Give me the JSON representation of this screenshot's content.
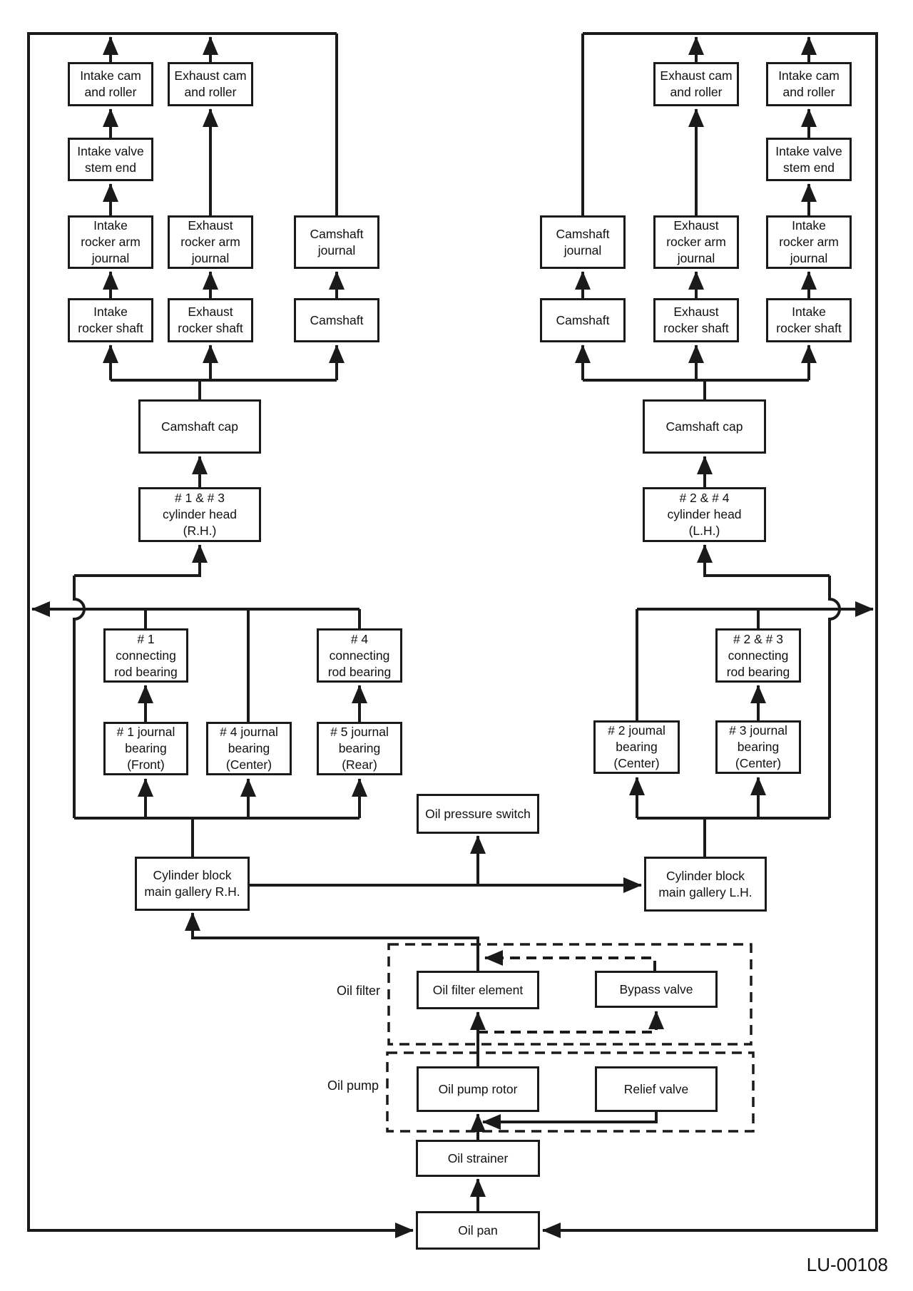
{
  "figure": {
    "code": "LU-00108"
  },
  "labels": {
    "oil_filter_group": "Oil filter",
    "oil_pump_group": "Oil pump"
  },
  "nodes": {
    "l_intake_cam_roller": "Intake cam\nand roller",
    "l_exhaust_cam_roller": "Exhaust cam\nand roller",
    "l_intake_valve_stem_end": "Intake valve\nstem end",
    "l_intake_rocker_arm_journal": "Intake\nrocker arm\njournal",
    "l_exhaust_rocker_arm_journal": "Exhaust\nrocker arm\njournal",
    "l_camshaft_journal": "Camshaft\njournal",
    "l_intake_rocker_shaft": "Intake\nrocker shaft",
    "l_exhaust_rocker_shaft": "Exhaust\nrocker shaft",
    "l_camshaft": "Camshaft",
    "l_camshaft_cap": "Camshaft cap",
    "l_cylinder_head": "# 1 & # 3\ncylinder head\n(R.H.)",
    "l_conrod_1": "# 1\nconnecting\nrod bearing",
    "l_conrod_4": "# 4\nconnecting\nrod bearing",
    "l_journal_1": "# 1 journal\nbearing\n(Front)",
    "l_journal_4": "# 4 journal\nbearing\n(Center)",
    "l_journal_5": "# 5 journal\nbearing\n(Rear)",
    "l_main_gallery": "Cylinder block\nmain gallery R.H.",
    "r_exhaust_cam_roller": "Exhaust cam\nand roller",
    "r_intake_cam_roller": "Intake cam\nand roller",
    "r_intake_valve_stem_end": "Intake valve\nstem end",
    "r_camshaft_journal": "Camshaft\njournal",
    "r_exhaust_rocker_arm_journal": "Exhaust\nrocker arm\njournal",
    "r_intake_rocker_arm_journal": "Intake\nrocker arm\njournal",
    "r_camshaft": "Camshaft",
    "r_exhaust_rocker_shaft": "Exhaust\nrocker shaft",
    "r_intake_rocker_shaft": "Intake\nrocker shaft",
    "r_camshaft_cap": "Camshaft cap",
    "r_cylinder_head": "# 2 & # 4\ncylinder head\n(L.H.)",
    "r_conrod_23": "# 2 & # 3\nconnecting\nrod bearing",
    "r_journal_2": "# 2 joumal\nbearing\n(Center)",
    "r_journal_3": "# 3 journal\nbearing\n(Center)",
    "r_main_gallery": "Cylinder block\nmain gallery L.H.",
    "oil_pressure_switch": "Oil pressure switch",
    "oil_filter_element": "Oil filter element",
    "bypass_valve": "Bypass valve",
    "oil_pump_rotor": "Oil pump rotor",
    "relief_valve": "Relief valve",
    "oil_strainer": "Oil strainer",
    "oil_pan": "Oil pan"
  }
}
